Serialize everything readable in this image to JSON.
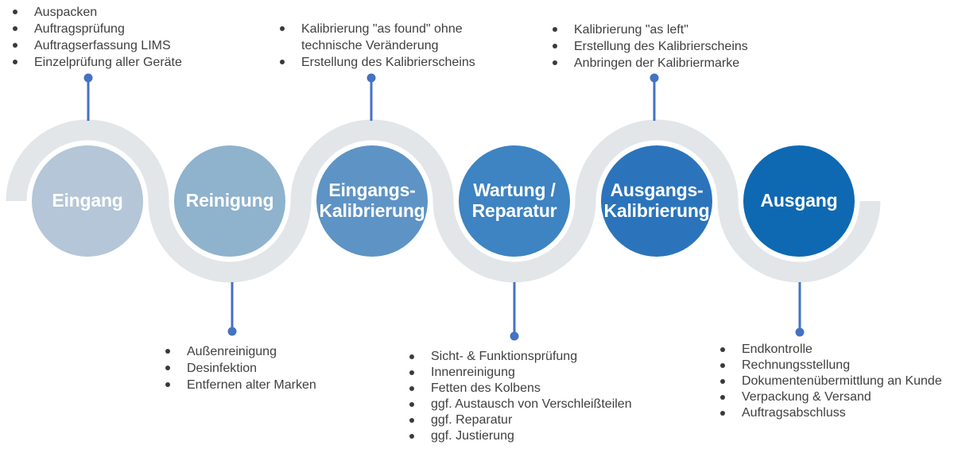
{
  "diagram": {
    "type": "process-flow",
    "background_color": "#ffffff",
    "ribbon_color": "#e2e6e9",
    "connector_color": "#4472c4",
    "note_text_color": "#404040",
    "steps": [
      {
        "label": "Eingang",
        "color": "#b4c6d7"
      },
      {
        "label": "Reinigung",
        "color": "#8fb2cd"
      },
      {
        "label": "Eingangs-\nKalibrierung",
        "color": "#5e93c5"
      },
      {
        "label": "Wartung /\nReparatur",
        "color": "#3e83c2"
      },
      {
        "label": "Ausgangs-\nKalibrierung",
        "color": "#2b74bb"
      },
      {
        "label": "Ausgang",
        "color": "#0e69b2"
      }
    ],
    "notes": {
      "above_eingang": {
        "items": [
          "Auspacken",
          "Auftragsprüfung",
          "Auftragserfassung LIMS",
          "Einzelprüfung aller Geräte"
        ]
      },
      "above_eingangs_kalibrierung": {
        "items": [
          "Kalibrierung \"as found\" ohne technische Veränderung",
          "Erstellung des Kalibrierscheins"
        ]
      },
      "above_ausgangs_kalibrierung": {
        "items": [
          "Kalibrierung \"as left\"",
          "Erstellung des Kalibrierscheins",
          "Anbringen der Kalibriermarke"
        ]
      },
      "below_reinigung": {
        "items": [
          "Außenreinigung",
          "Desinfektion",
          "Entfernen alter Marken"
        ]
      },
      "below_wartung": {
        "items": [
          "Sicht- & Funktionsprüfung",
          "Innenreinigung",
          "Fetten des Kolbens",
          "ggf. Austausch von Verschleißteilen",
          "ggf. Reparatur",
          "ggf. Justierung"
        ]
      },
      "below_ausgang": {
        "items": [
          "Endkontrolle",
          "Rechnungsstellung",
          "Dokumentenübermittlung an Kunde",
          "Verpackung & Versand",
          "Auftragsabschluss"
        ]
      }
    }
  }
}
